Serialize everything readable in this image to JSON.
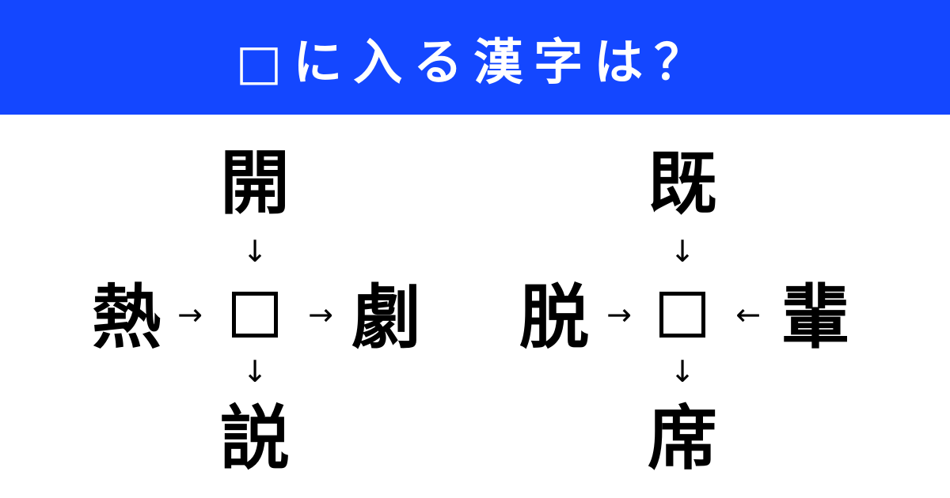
{
  "header": {
    "title": "□に入る漢字は？"
  },
  "arrows": {
    "down": "↓",
    "right": "→",
    "left": "←"
  },
  "puzzles": [
    {
      "top": "開",
      "left": "熱",
      "right": "劇",
      "bottom": "説"
    },
    {
      "top": "既",
      "left": "脱",
      "right": "輩",
      "bottom": "席"
    }
  ]
}
